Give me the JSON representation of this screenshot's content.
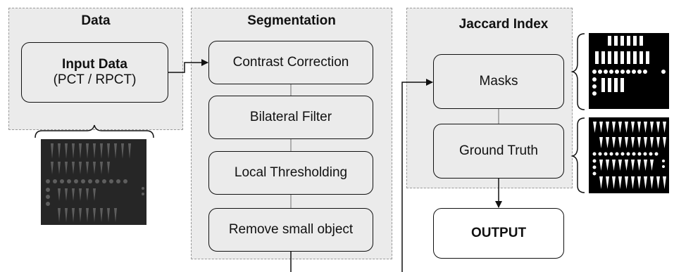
{
  "panels": {
    "data_title": "Data",
    "segmentation_title": "Segmentation",
    "jaccard_title": "Jaccard Index"
  },
  "data_box": {
    "title": "Input Data",
    "subtitle": "(PCT / RPCT)"
  },
  "segmentation_steps": [
    "Contrast Correction",
    "Bilateral Filter",
    "Local Thresholding",
    "Remove small object"
  ],
  "jaccard_boxes": {
    "masks": "Masks",
    "ground_truth": "Ground Truth"
  },
  "output_box": "OUTPUT",
  "colors": {
    "panel_bg": "#ebebeb",
    "panel_border": "#9a9a9a",
    "box_border": "#111111",
    "image_bg": "#1b1b1b"
  }
}
